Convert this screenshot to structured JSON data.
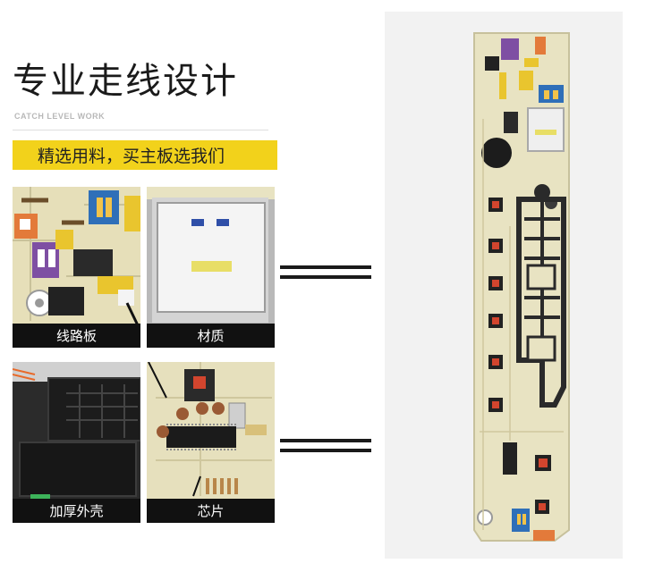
{
  "title": "专业走线设计",
  "subtitle": "CATCH LEVEL WORK",
  "slogan": "精选用料，买主板选我们",
  "tiles": [
    {
      "caption": "线路板"
    },
    {
      "caption": "材质"
    },
    {
      "caption": "加厚外壳"
    },
    {
      "caption": "芯片"
    }
  ],
  "colors": {
    "accent_yellow": "#f2d21b",
    "caption_bg": "#111111",
    "pcb_base": "#e8e3c2"
  }
}
